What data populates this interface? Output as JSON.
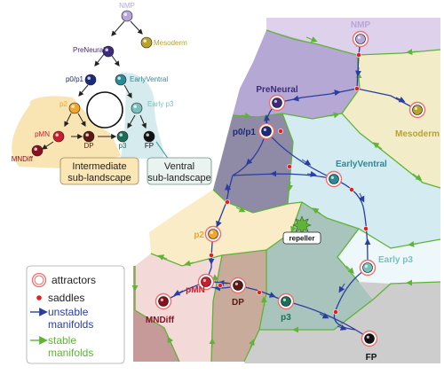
{
  "colors": {
    "unstable": "#2a3ea0",
    "stable": "#5fb336",
    "saddle": "#e02020",
    "attractor_ring": "#f06d6d"
  },
  "tree": {
    "nodes": [
      {
        "id": "NMP",
        "label": "NMP",
        "color": "#b9a6d8"
      },
      {
        "id": "PreNeural",
        "label": "PreNeural",
        "color": "#3d2a7a"
      },
      {
        "id": "Mesoderm",
        "label": "Mesoderm",
        "color": "#b8a42c"
      },
      {
        "id": "p0p1",
        "label": "p0/p1",
        "color": "#1b2a7a"
      },
      {
        "id": "EarlyVentral",
        "label": "EarlyVentral",
        "color": "#2a8a96"
      },
      {
        "id": "p2",
        "label": "p2",
        "color": "#f2a52c"
      },
      {
        "id": "Earlyp3",
        "label": "Early p3",
        "color": "#79c0bc"
      },
      {
        "id": "pMN",
        "label": "pMN",
        "color": "#c81e2e"
      },
      {
        "id": "DP",
        "label": "DP",
        "color": "#5a1a12"
      },
      {
        "id": "p3",
        "label": "p3",
        "color": "#1d6e58"
      },
      {
        "id": "FP",
        "label": "FP",
        "color": "#111111"
      },
      {
        "id": "MNDiff",
        "label": "MNDiff",
        "color": "#8a1020"
      }
    ],
    "intermediate_label": [
      "Intermediate",
      "sub-landscape"
    ],
    "ventral_label": [
      "Ventral",
      "sub-landscape"
    ]
  },
  "landscape": {
    "attractors": [
      {
        "id": "NMP",
        "label": "NMP",
        "color": "#b9a6d8"
      },
      {
        "id": "PreNeural",
        "label": "PreNeural",
        "color": "#3d2a7a"
      },
      {
        "id": "Mesoderm",
        "label": "Mesoderm",
        "color": "#b8a42c"
      },
      {
        "id": "p0p1",
        "label": "p0/p1",
        "color": "#1b2a7a"
      },
      {
        "id": "EarlyVentral",
        "label": "EarlyVentral",
        "color": "#2a8a96"
      },
      {
        "id": "p2",
        "label": "p2",
        "color": "#f2a52c"
      },
      {
        "id": "Earlyp3",
        "label": "Early p3",
        "color": "#79c0bc"
      },
      {
        "id": "pMN",
        "label": "pMN",
        "color": "#c81e2e"
      },
      {
        "id": "DP",
        "label": "DP",
        "color": "#5a1a12"
      },
      {
        "id": "p3",
        "label": "p3",
        "color": "#1d6e58"
      },
      {
        "id": "FP",
        "label": "FP",
        "color": "#111111"
      },
      {
        "id": "MNDiff",
        "label": "MNDiff",
        "color": "#8a1020"
      }
    ],
    "repeller_label": "repeller"
  },
  "legend": {
    "attractors": "attractors",
    "saddles": "saddles",
    "unstable": [
      "unstable",
      "manifolds"
    ],
    "stable": [
      "stable",
      "manifolds"
    ]
  }
}
